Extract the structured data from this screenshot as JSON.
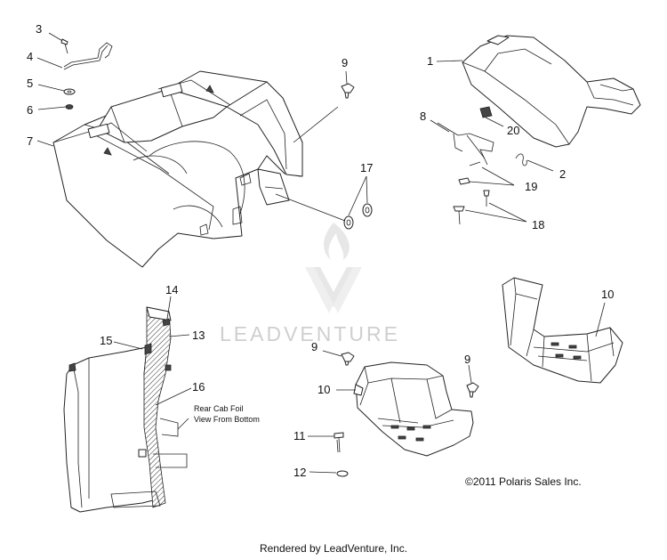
{
  "diagram": {
    "callouts": {
      "c1": "1",
      "c2": "2",
      "c3": "3",
      "c4": "4",
      "c5": "5",
      "c6": "6",
      "c7": "7",
      "c8": "8",
      "c9a": "9",
      "c9b": "9",
      "c9c": "9",
      "c10a": "10",
      "c10b": "10",
      "c11": "11",
      "c12": "12",
      "c13": "13",
      "c14": "14",
      "c15": "15",
      "c16": "16",
      "c17": "17",
      "c18": "18",
      "c19": "19",
      "c20": "20"
    },
    "note_line1": "Rear Cab Foil",
    "note_line2": "View From Bottom",
    "copyright": "©2011 Polaris Sales Inc.",
    "watermark": "LEADVENTURE"
  },
  "footer": "Rendered by LeadVenture, Inc.",
  "colors": {
    "line": "#222222",
    "watermark": "#cfcfcf",
    "background": "#ffffff"
  }
}
